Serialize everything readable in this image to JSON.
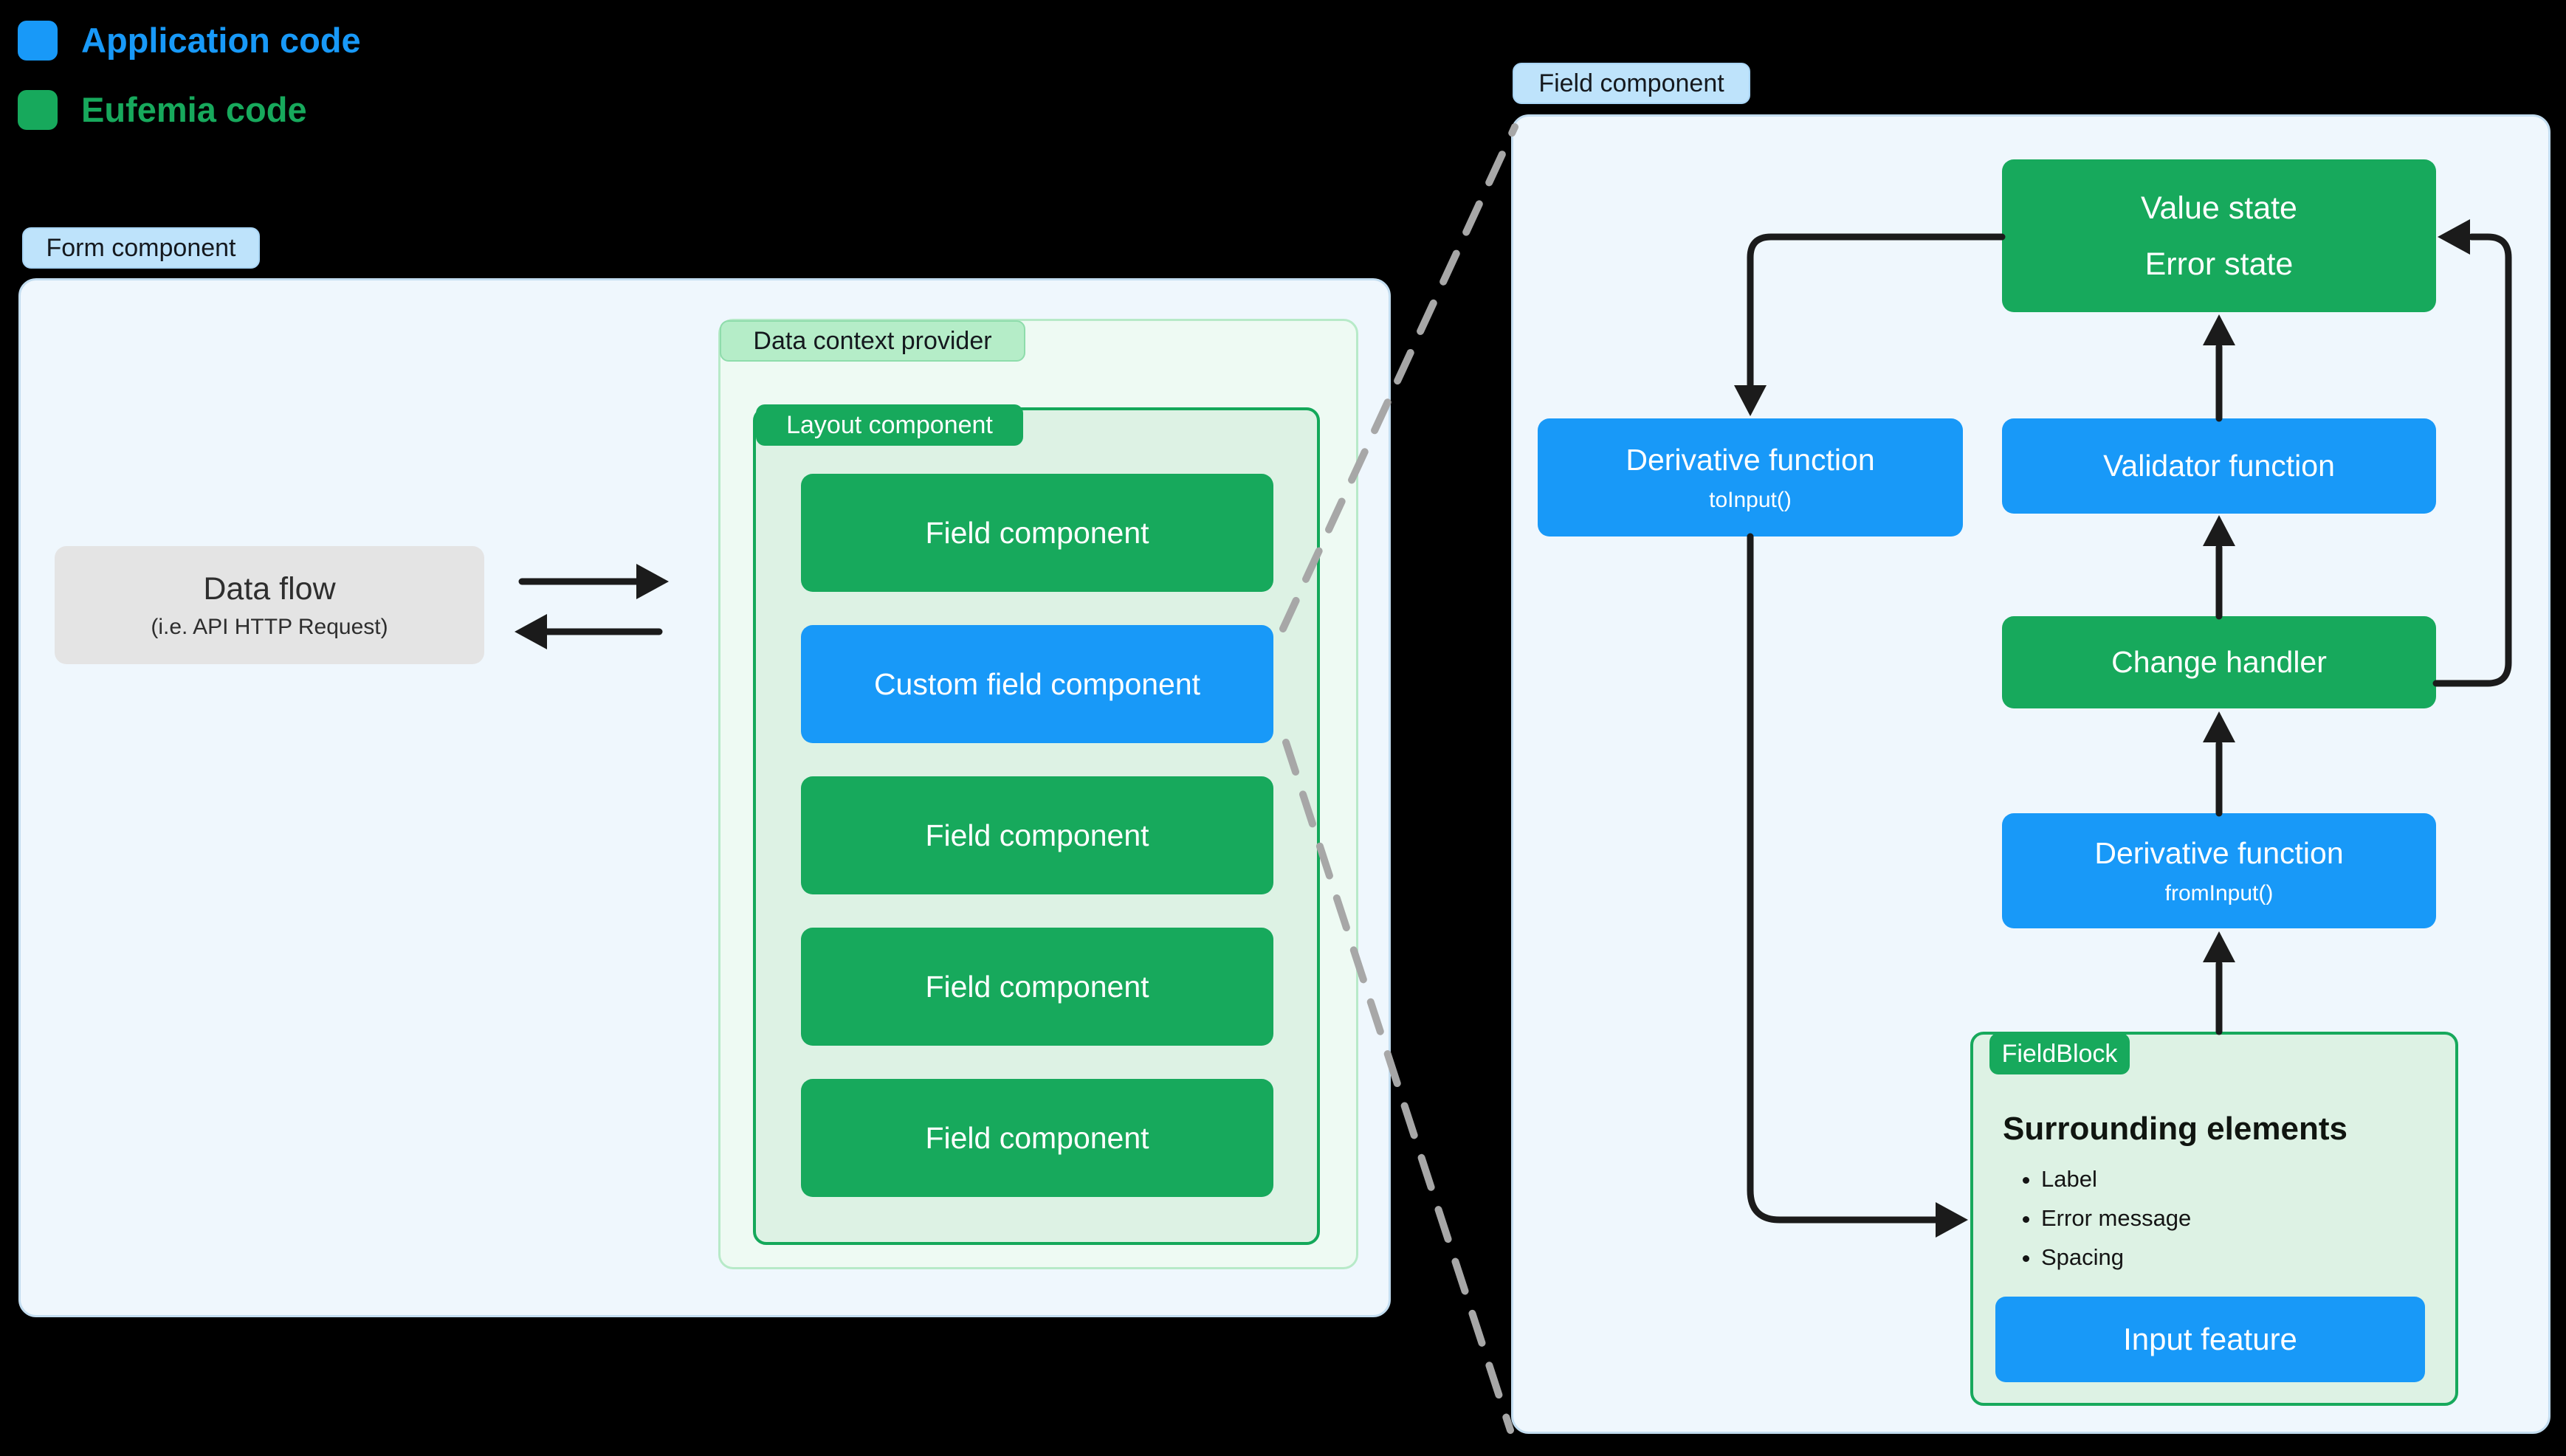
{
  "legend": {
    "items": [
      {
        "label": "Application code",
        "color": "#1899f8"
      },
      {
        "label": "Eufemia code",
        "color": "#17a95c"
      }
    ]
  },
  "form_section": {
    "tag": "Form component",
    "data_flow": {
      "title": "Data flow",
      "subtitle": "(i.e. API HTTP Request)"
    },
    "data_context": {
      "tag": "Data context provider",
      "layout": {
        "tag": "Layout component",
        "fields": [
          {
            "label": "Field component",
            "code": "eufemia"
          },
          {
            "label": "Custom field component",
            "code": "application"
          },
          {
            "label": "Field component",
            "code": "eufemia"
          },
          {
            "label": "Field component",
            "code": "eufemia"
          },
          {
            "label": "Field component",
            "code": "eufemia"
          }
        ]
      }
    }
  },
  "field_section": {
    "tag": "Field component",
    "value_state": {
      "line1": "Value state",
      "line2": "Error state"
    },
    "derivative_to_input": {
      "title": "Derivative function",
      "subtitle": "toInput()"
    },
    "validator": {
      "label": "Validator function"
    },
    "change_handler": {
      "label": "Change handler"
    },
    "derivative_from_input": {
      "title": "Derivative function",
      "subtitle": "fromInput()"
    },
    "field_block": {
      "tag": "FieldBlock",
      "heading": "Surrounding elements",
      "bullets": [
        "Label",
        "Error message",
        "Spacing"
      ],
      "input_feature": "Input feature"
    }
  },
  "colors": {
    "application_blue": "#1899f8",
    "eufemia_green": "#17a95c",
    "tag_light_blue": "#bee3fb",
    "tag_light_green": "#b5edc8",
    "panel_background": "#eff7fd",
    "panel_border": "#c3ddf0",
    "context_background": "#eefaf3",
    "context_border": "#b7eac8",
    "inner_background": "#ddf2e4",
    "gray_box": "#e4e4e4",
    "arrow_black": "#1b1b1b",
    "dashed_gray": "#a7a7a7",
    "page_background": "#000000"
  }
}
